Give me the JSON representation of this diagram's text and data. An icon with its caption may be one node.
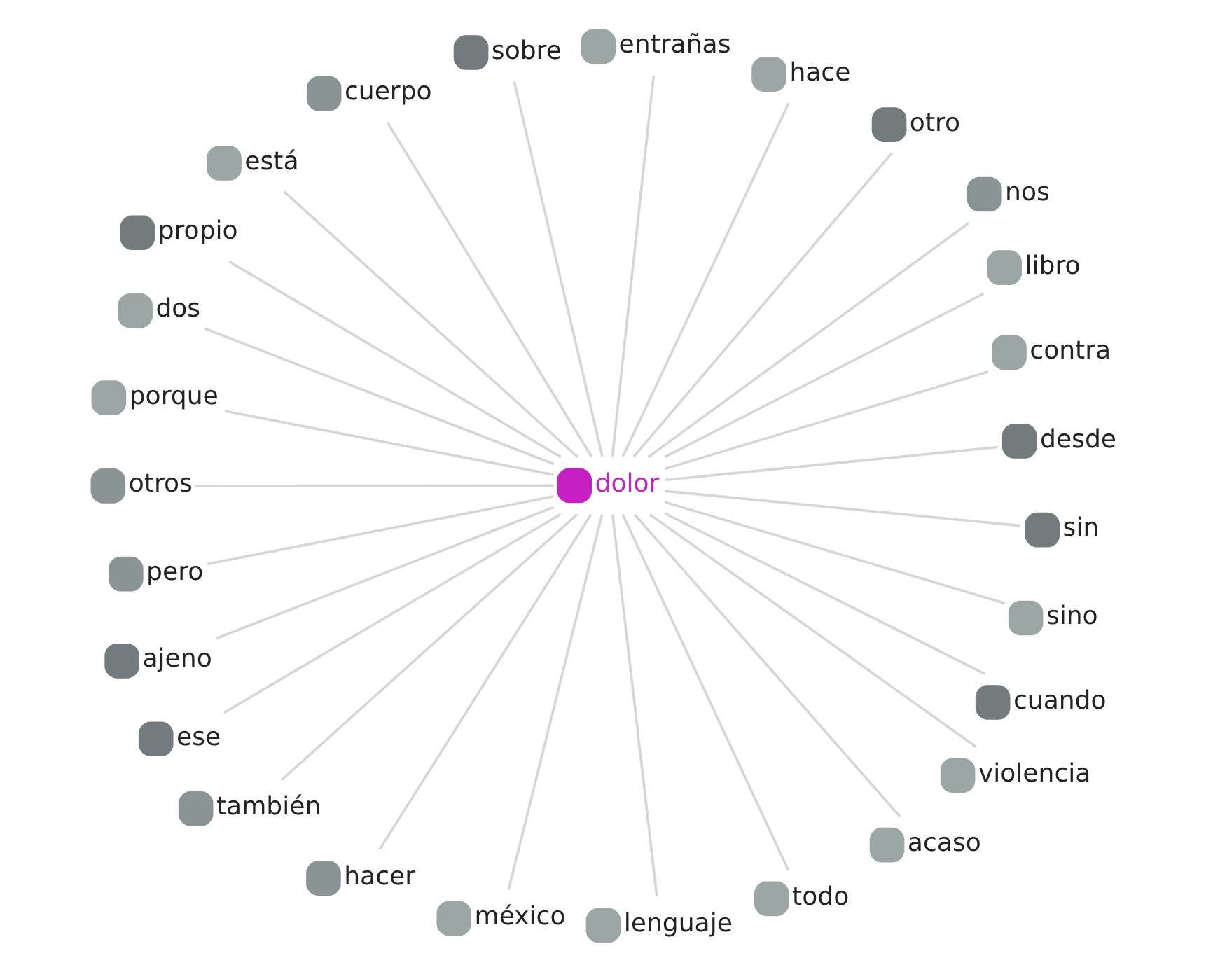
{
  "diagram": {
    "nodes": [
      {
        "text": [
          "desde"
        ]
      },
      {
        "text": [
          "contra"
        ]
      },
      {
        "text": [
          "libro"
        ]
      },
      {
        "text": [
          "nos"
        ]
      },
      {
        "text": [
          "otro"
        ]
      },
      {
        "text": [
          "hace"
        ]
      },
      {
        "text": [
          "entrañas"
        ]
      },
      {
        "text": [
          "sobre"
        ]
      },
      {
        "text": [
          "cuerpo"
        ]
      },
      {
        "text": [
          "está"
        ]
      },
      {
        "text": [
          "propio"
        ]
      },
      {
        "text": [
          "dos"
        ]
      },
      {
        "text": [
          "porque"
        ]
      },
      {
        "text": [
          "dolor"
        ]
      },
      {
        "text": [
          "otros"
        ]
      },
      {
        "text": [
          "pero"
        ]
      },
      {
        "text": [
          "ajeno"
        ]
      },
      {
        "text": [
          "ese"
        ]
      },
      {
        "text": [
          "también"
        ]
      },
      {
        "text": [
          "hacer"
        ]
      },
      {
        "text": [
          "méxico"
        ]
      },
      {
        "text": [
          "lenguaje"
        ]
      },
      {
        "text": [
          "todo"
        ]
      },
      {
        "text": [
          "acaso"
        ]
      },
      {
        "text": [
          "violencia"
        ]
      },
      {
        "text": [
          "cuando"
        ]
      },
      {
        "text": [
          "sino"
        ]
      },
      {
        "text": [
          "sin"
        ]
      }
    ],
    "edges": [
      {
        "from": 13,
        "to": 0,
        "arrow": "none"
      },
      {
        "from": 13,
        "to": 1,
        "arrow": "none"
      },
      {
        "from": 13,
        "to": 2,
        "arrow": "none"
      },
      {
        "from": 13,
        "to": 3,
        "arrow": "none"
      },
      {
        "from": 13,
        "to": 4,
        "arrow": "none"
      },
      {
        "from": 13,
        "to": 5,
        "arrow": "none"
      },
      {
        "from": 13,
        "to": 6,
        "arrow": "none"
      },
      {
        "from": 13,
        "to": 7,
        "arrow": "none"
      },
      {
        "from": 13,
        "to": 8,
        "arrow": "none"
      },
      {
        "from": 13,
        "to": 9,
        "arrow": "none"
      },
      {
        "from": 13,
        "to": 10,
        "arrow": "none"
      },
      {
        "from": 13,
        "to": 11,
        "arrow": "none"
      },
      {
        "from": 13,
        "to": 12,
        "arrow": "none"
      },
      {
        "from": 13,
        "to": 14,
        "arrow": "none"
      },
      {
        "from": 13,
        "to": 15,
        "arrow": "none"
      },
      {
        "from": 13,
        "to": 16,
        "arrow": "none"
      },
      {
        "from": 13,
        "to": 17,
        "arrow": "none"
      },
      {
        "from": 13,
        "to": 18,
        "arrow": "none"
      },
      {
        "from": 13,
        "to": 19,
        "arrow": "none"
      },
      {
        "from": 13,
        "to": 20,
        "arrow": "none"
      },
      {
        "from": 13,
        "to": 21,
        "arrow": "none"
      },
      {
        "from": 13,
        "to": 22,
        "arrow": "none"
      },
      {
        "from": 13,
        "to": 23,
        "arrow": "none"
      },
      {
        "from": 13,
        "to": 24,
        "arrow": "none"
      },
      {
        "from": 13,
        "to": 25,
        "arrow": "none"
      },
      {
        "from": 13,
        "to": 26,
        "arrow": "none"
      },
      {
        "from": 13,
        "to": 27,
        "arrow": "none"
      }
    ]
  }
}
